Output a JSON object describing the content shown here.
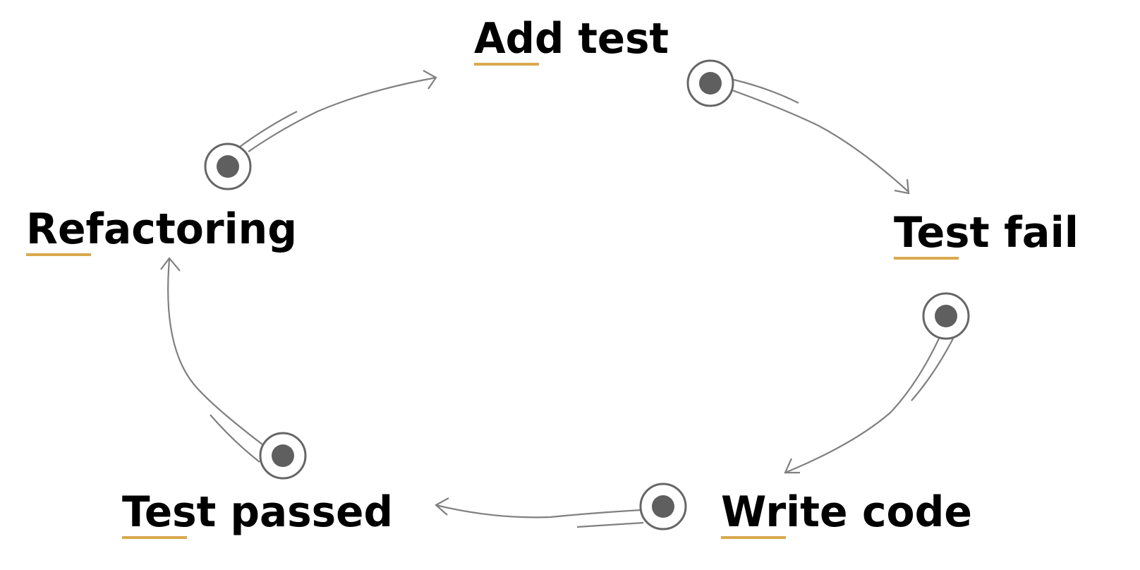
{
  "diagram": {
    "steps": [
      {
        "label": "Add test"
      },
      {
        "label": "Test fail"
      },
      {
        "label": "Write code"
      },
      {
        "label": "Test passed"
      },
      {
        "label": "Refactoring"
      }
    ],
    "colors": {
      "underline": "#D9A94E",
      "connector": "#808080",
      "node": "#5f5f5f"
    }
  }
}
